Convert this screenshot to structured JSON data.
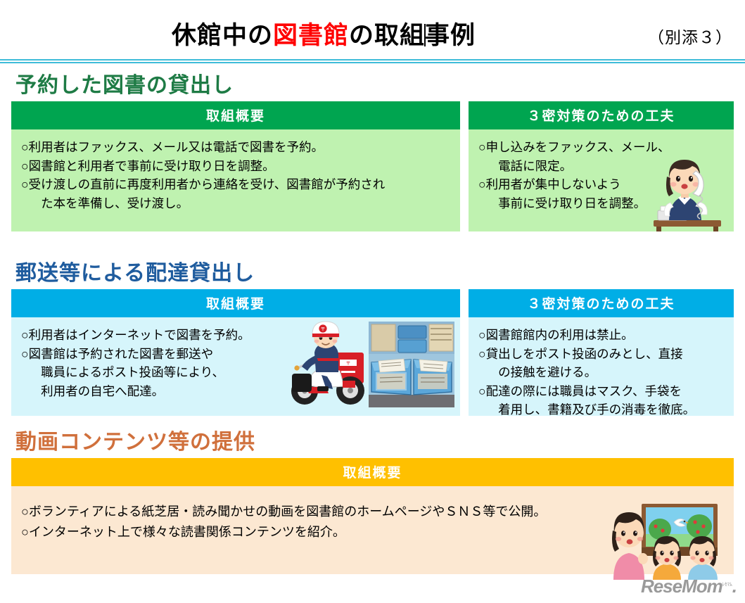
{
  "document": {
    "title_prefix": "休館中の",
    "title_highlight": "図書館",
    "title_mid": "の取組",
    "title_suffix": "事例",
    "attachment_label": "（別添３）",
    "watermark": "ReseMom",
    "watermark_mark": "ﾚｾﾏﾑ",
    "watermark_dot": "."
  },
  "colors": {
    "title_highlight": "#FF0000",
    "divider": "#3FBCD9",
    "green_header": "#00A550",
    "green_body": "#BFF2B0",
    "green_heading_text": "#1E7B45",
    "blue_header": "#00AEE6",
    "blue_body": "#D6F5FB",
    "blue_heading_text": "#1F5C9E",
    "orange_header": "#FFC000",
    "orange_body": "#FCE8D2",
    "orange_heading_text": "#D0703C"
  },
  "sections": [
    {
      "id": "sec1",
      "heading": "予約した図書の貸出し",
      "left": {
        "header": "取組概要",
        "items": [
          "○利用者はファックス、メール又は電話で図書を予約。",
          "○図書館と利用者で事前に受け取り日を調整。",
          "○受け渡しの直前に再度利用者から連絡を受け、図書館が予約され\n  た本を準備し、受け渡し。"
        ]
      },
      "right": {
        "header": "３密対策のための工夫",
        "items": [
          "○申し込みをファックス、メール、\n  電話に限定。",
          "○利用者が集中しないよう\n  事前に受け取り日を調整。"
        ],
        "illustration": "woman-on-telephone-at-desk"
      }
    },
    {
      "id": "sec2",
      "heading": "郵送等による配達貸出し",
      "left": {
        "header": "取組概要",
        "items": [
          "○利用者はインターネットで図書を予約。",
          "○図書館は予約された図書を郵送や\n  職員によるポスト投函等により、\n  利用者の自宅へ配達。"
        ],
        "illustration": "postal-worker-on-scooter",
        "photo": "blue-crates-of-books"
      },
      "right": {
        "header": "３密対策のための工夫",
        "items": [
          "○図書館館内の利用は禁止。",
          "○貸出しをポスト投函のみとし、直接\n  の接触を避ける。",
          "○配達の際には職員はマスク、手袋を\n  着用し、書籍及び手の消毒を徹底。"
        ]
      }
    },
    {
      "id": "sec3",
      "heading": "動画コンテンツ等の提供",
      "main": {
        "header": "取組概要",
        "items": [
          "○ボランティアによる紙芝居・読み聞かせの動画を図書館のホームページやＳＮＳ等で公開。",
          "○インターネット上で様々な読書関係コンテンツを紹介。"
        ],
        "illustration": "kamishibai-storytelling-with-children"
      }
    }
  ]
}
